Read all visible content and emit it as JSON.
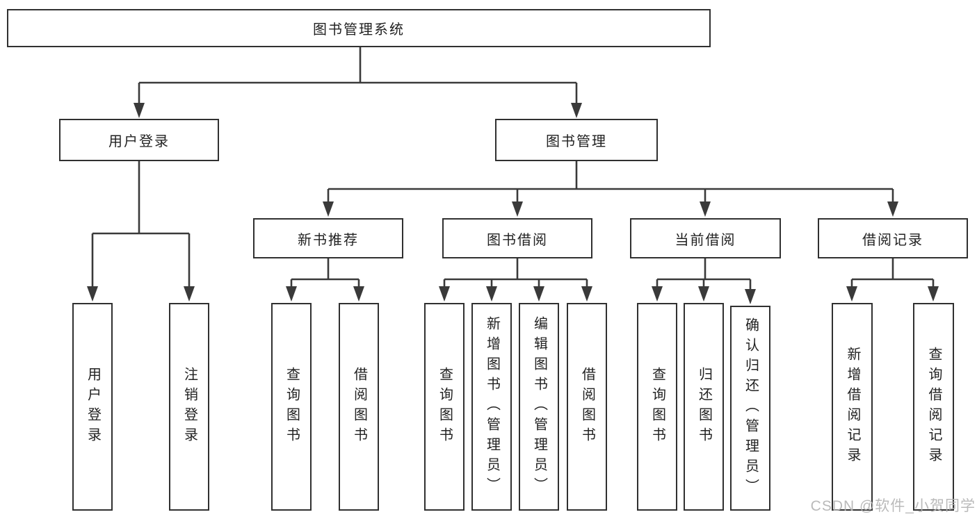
{
  "diagram": {
    "watermark": "CSDN @软件_小贺同学",
    "colors": {
      "line_color": "#3a3a3a",
      "box_border": "#303030",
      "box_fill": "#ffffff",
      "text_color": "#222222",
      "watermark_color": "#b3b3b3",
      "background": "#ffffff"
    },
    "nodes": {
      "root": {
        "label": "图书管理系统"
      },
      "user_login": {
        "label": "用户登录"
      },
      "book_mgmt": {
        "label": "图书管理"
      },
      "new_book_recommend": {
        "label": "新书推荐"
      },
      "book_borrow": {
        "label": "图书借阅"
      },
      "current_borrow": {
        "label": "当前借阅"
      },
      "borrow_records": {
        "label": "借阅记录"
      },
      "leaf_user_login": {
        "label": "用户登录"
      },
      "leaf_logout": {
        "label": "注销登录"
      },
      "nb_query_book": {
        "label": "查询图书"
      },
      "nb_borrow_book": {
        "label": "借阅图书"
      },
      "bb_query_book": {
        "label": "查询图书"
      },
      "bb_add_book": {
        "label": "新增图书（管理员）"
      },
      "bb_edit_book": {
        "label": "编辑图书（管理员）"
      },
      "bb_borrow_book": {
        "label": "借阅图书"
      },
      "cb_query_book": {
        "label": "查询图书"
      },
      "cb_return_book": {
        "label": "归还图书"
      },
      "cb_confirm_return": {
        "label": "确认归还（管理员）"
      },
      "br_add_record": {
        "label": "新增借阅记录"
      },
      "br_query_record": {
        "label": "查询借阅记录"
      }
    }
  }
}
